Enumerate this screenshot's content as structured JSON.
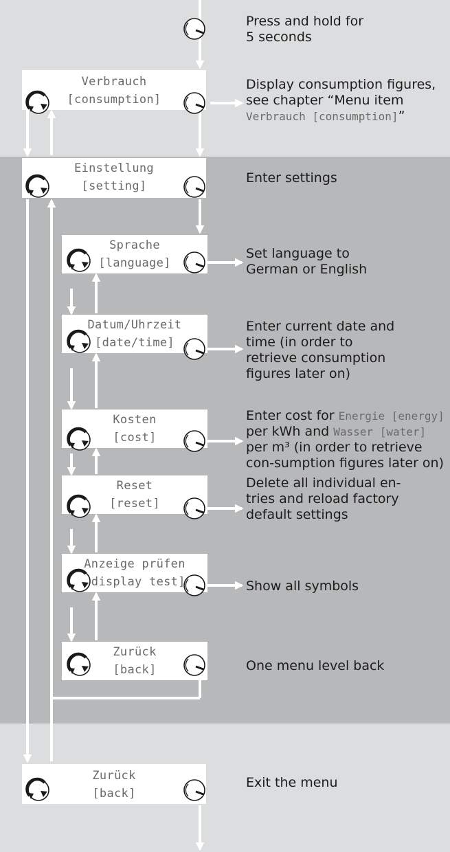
{
  "colors": {
    "band_light": "#dcdddf",
    "band_dark": "#b7b8ba",
    "connector": "#ffffff",
    "lcd_text": "#6a6a6a",
    "desc_text": "#1c1c1c"
  },
  "icons": {
    "knob": "rotary-knob-icon",
    "knob_rotate": "rotate-knob-icon",
    "arrow": "arrow-icon"
  },
  "steps": {
    "press": {
      "desc": "Press and hold for 5 seconds"
    },
    "verbrauch": {
      "line1": "Verbrauch",
      "line2": "[consumption]",
      "desc_pre": "Display consumption figures, see chapter “Menu item ",
      "desc_mono": "Verbrauch [consumption]",
      "desc_post": "”"
    },
    "einstellung": {
      "line1": "Einstellung",
      "line2": "[setting]",
      "desc": "Enter settings"
    },
    "sprache": {
      "line1": "Sprache",
      "line2": "[language]",
      "desc": "Set language to German or English"
    },
    "datum": {
      "line1": "Datum/Uhrzeit",
      "line2": "[date/time]",
      "desc": "Enter current date and time (in order to retrieve consumption figures later on)"
    },
    "kosten": {
      "line1": "Kosten",
      "line2": "[cost]",
      "desc_pre": "Enter cost for ",
      "desc_mono1": "Energie [energy]",
      "desc_mid": " per kWh and ",
      "desc_mono2": "Wasser [water]",
      "desc_post": " per m³ (in order to retrieve con-sumption figures later on)"
    },
    "reset": {
      "line1": "Reset",
      "line2": "[reset]",
      "desc": "Delete all individual en-tries and reload factory default settings"
    },
    "anzeige": {
      "line1": "Anzeige prüfen",
      "line2": "[display test]",
      "desc": "Show all symbols"
    },
    "zurueck_inner": {
      "line1": "Zurück",
      "line2": "[back]",
      "desc": "One menu level back"
    },
    "zurueck_outer": {
      "line1": "Zurück",
      "line2": "[back]",
      "desc": "Exit the menu"
    }
  }
}
